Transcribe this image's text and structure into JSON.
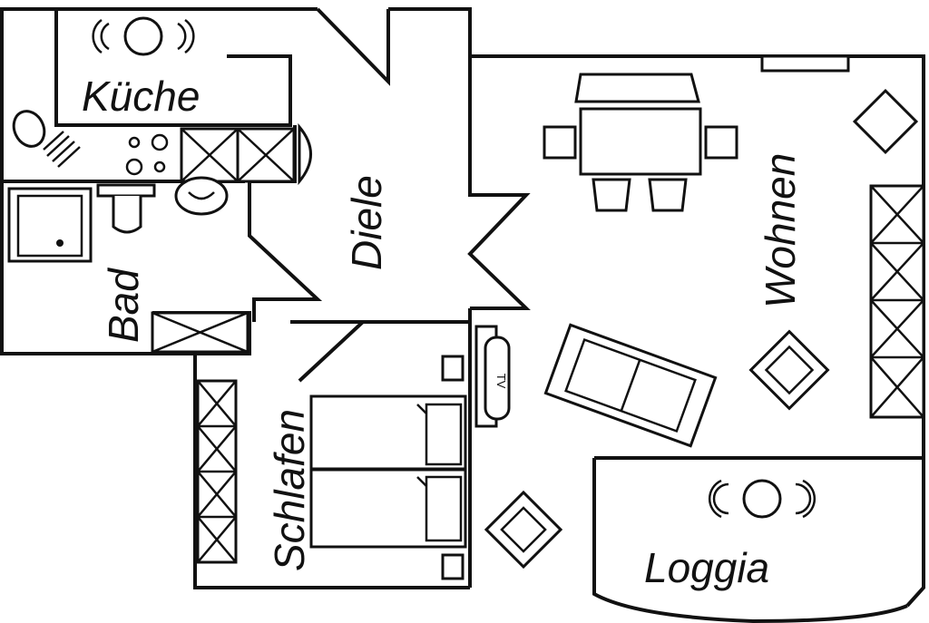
{
  "rooms": {
    "kueche": "Küche",
    "diele": "Diele",
    "wohnen": "Wohnen",
    "bad": "Bad",
    "schlafen": "Schlafen",
    "loggia": "Loggia"
  },
  "tv_label": "TV"
}
